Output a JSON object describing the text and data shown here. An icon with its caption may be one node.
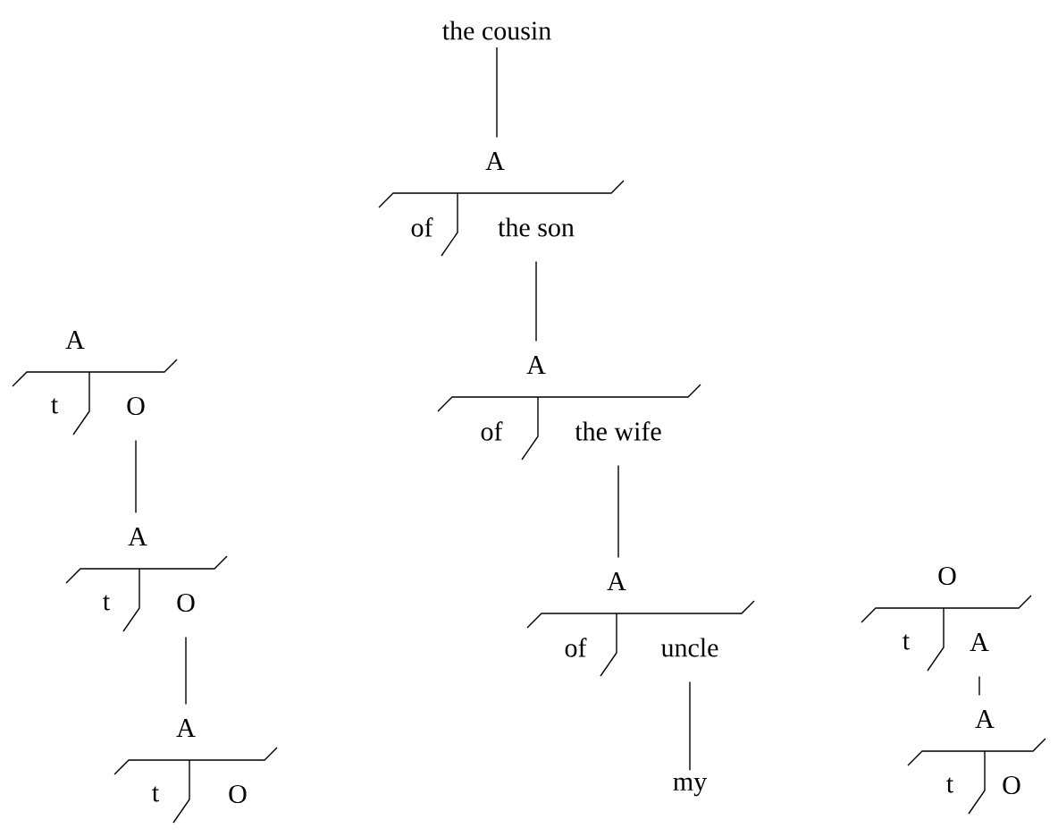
{
  "diagram": {
    "nodes": [
      {
        "text": [
          "the cousin"
        ]
      },
      {
        "text": [
          "A",
          "of",
          "the son"
        ]
      },
      {
        "text": [
          "A",
          "of",
          "the wife"
        ]
      },
      {
        "text": [
          "A",
          "of",
          "uncle"
        ]
      },
      {
        "text": [
          "my"
        ]
      },
      {
        "text": [
          "A",
          "t",
          "O"
        ]
      },
      {
        "text": [
          "A",
          "t",
          "O"
        ]
      },
      {
        "text": [
          "A",
          "t",
          "O"
        ]
      },
      {
        "text": [
          "O",
          "t",
          "A"
        ]
      },
      {
        "text": [
          "A",
          "t",
          "O"
        ]
      }
    ],
    "edges": [
      {
        "from": 0,
        "to": 1,
        "arrow": "none"
      },
      {
        "from": 1,
        "to": 2,
        "arrow": "none"
      },
      {
        "from": 2,
        "to": 3,
        "arrow": "none"
      },
      {
        "from": 3,
        "to": 4,
        "arrow": "none"
      },
      {
        "from": 5,
        "to": 6,
        "arrow": "none"
      },
      {
        "from": 6,
        "to": 7,
        "arrow": "none"
      },
      {
        "from": 8,
        "to": 9,
        "arrow": "none"
      }
    ]
  }
}
